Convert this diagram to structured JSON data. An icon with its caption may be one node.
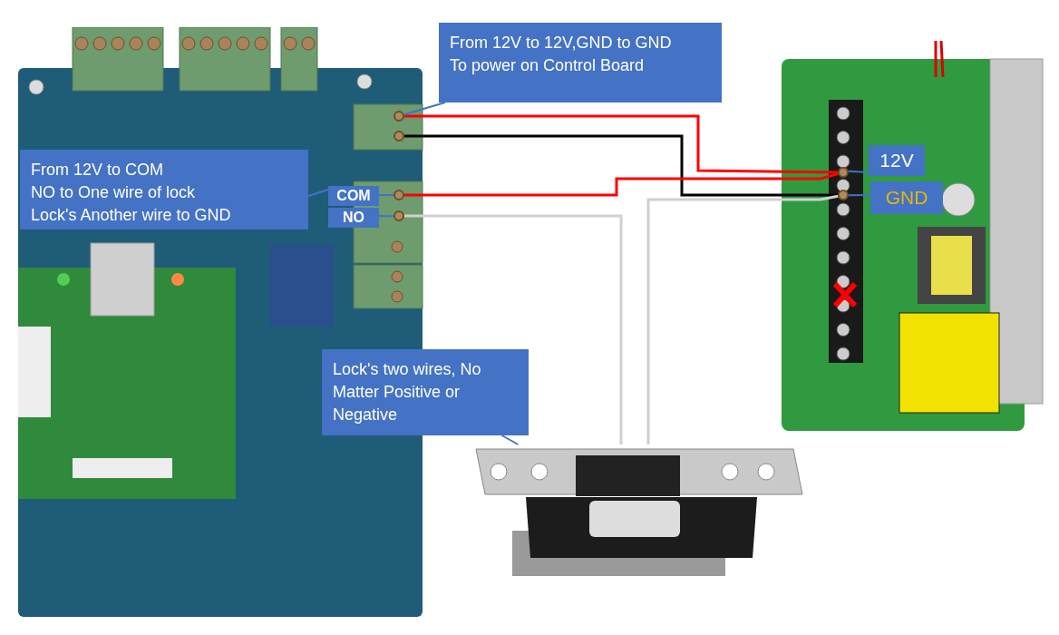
{
  "diagram": {
    "nodes": [
      {
        "text": [],
        "shape": "picture"
      },
      {
        "text": [],
        "shape": "circle",
        "in": 0
      },
      {
        "text": [],
        "shape": "circle",
        "in": 0
      },
      {
        "text": [
          "COM"
        ],
        "in": 0
      },
      {
        "text": [
          "NO"
        ],
        "in": 0
      },
      {
        "text": [],
        "shape": "circle",
        "in": 0
      },
      {
        "text": [],
        "shape": "circle",
        "in": 0
      },
      {
        "text": [],
        "shape": "picture"
      },
      {
        "text": [],
        "shape": "circle",
        "in": 7
      },
      {
        "text": [],
        "shape": "circle",
        "in": 7
      },
      {
        "text": [
          "12V"
        ],
        "in": 7
      },
      {
        "text": [
          "GND"
        ],
        "in": 7
      },
      {
        "text": [],
        "shape": "picture"
      },
      {
        "text": [
          "From 12V to 12V,GND to GND",
          "To power on Control Board"
        ]
      },
      {
        "text": [
          "From 12V to COM",
          "NO to One wire of lock",
          "Lock's Another wire to GND"
        ],
        "in": 0
      },
      {
        "text": [
          "Lock's two wires, No Matter Positive or Negative"
        ]
      }
    ],
    "edges": [
      {
        "from": 1,
        "to": 8,
        "arrow": "none",
        "color": "#ff0000"
      },
      {
        "from": 2,
        "to": 9,
        "arrow": "none",
        "color": "#000000"
      },
      {
        "from": 5,
        "to": 8,
        "arrow": "none",
        "color": "#ff0000"
      },
      {
        "from": 6,
        "to": 12,
        "arrow": "none",
        "color": "#d0d0d0"
      },
      {
        "from": 12,
        "to": 9,
        "arrow": "none",
        "color": "#d0d0d0"
      },
      {
        "from": 13,
        "to": 1,
        "arrow": "none",
        "color": "#4472c4"
      },
      {
        "from": 14,
        "to": 3,
        "arrow": "none",
        "color": "#4472c4"
      },
      {
        "from": 15,
        "to": 12,
        "arrow": "none",
        "color": "#4472c4"
      },
      {
        "from": 10,
        "to": 8,
        "arrow": "none",
        "color": "#4472c4"
      },
      {
        "from": 11,
        "to": 9,
        "arrow": "none",
        "color": "#4472c4"
      },
      {
        "from": 3,
        "to": 5,
        "arrow": "none",
        "color": "#4472c4"
      },
      {
        "from": 4,
        "to": 6,
        "arrow": "none",
        "color": "#4472c4"
      }
    ]
  }
}
